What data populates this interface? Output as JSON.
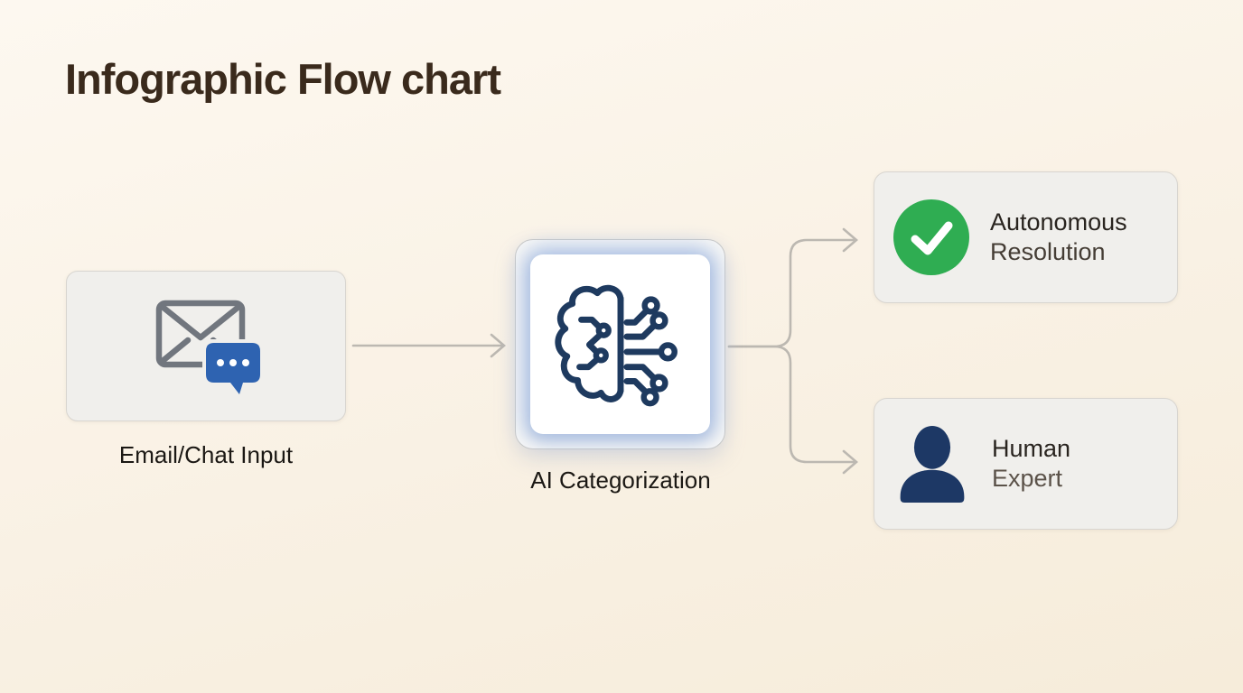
{
  "title": "Infographic Flow chart",
  "nodes": {
    "input": {
      "label": "Email/Chat Input",
      "icon": "envelope-with-chat-bubble-icon"
    },
    "ai": {
      "label": "AI Categorization",
      "icon": "brain-circuit-icon"
    },
    "autonomous": {
      "line1": "Autonomous",
      "line2": "Resolution",
      "icon": "check-circle-icon"
    },
    "human": {
      "line1": "Human",
      "line2": "Expert",
      "icon": "person-icon"
    }
  },
  "flow": {
    "edges": [
      {
        "from": "input",
        "to": "ai"
      },
      {
        "from": "ai",
        "to": "autonomous"
      },
      {
        "from": "ai",
        "to": "human"
      }
    ]
  },
  "colors": {
    "bg_top": "#fdf8f0",
    "bg_mid": "#f9f1e4",
    "bg_bottom": "#f6ecda",
    "title_color": "#3a2a1c",
    "label_color": "#1b1814",
    "box_fill": "#f0efec",
    "box_border": "#d8d5d0",
    "arrow_gray": "#bcb8b1",
    "envelope_gray": "#71767e",
    "bubble_blue": "#2e63b1",
    "brain_navy": "#1e3a5f",
    "ai_glow": "#a9bfe4",
    "check_green": "#2fad52",
    "person_navy": "#1d3865",
    "outcome_line1": "#29241f",
    "resolution_color": "#453d35",
    "expert_color": "#5b5249"
  }
}
